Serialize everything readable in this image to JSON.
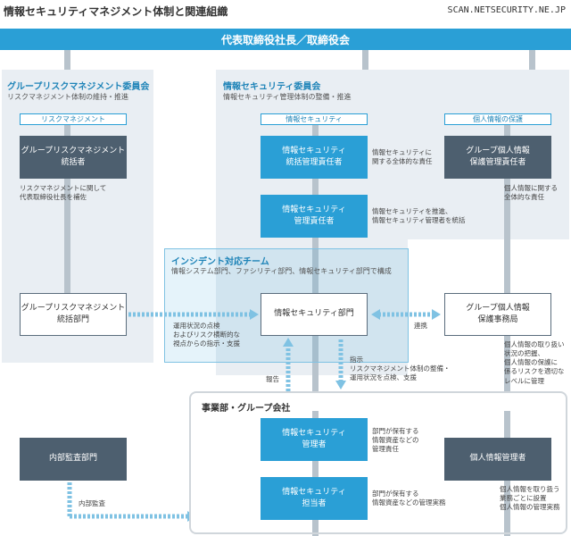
{
  "title": "情報セキュリティマネジメント体制と関連組織",
  "source": "SCAN.NETSECURITY.NE.JP",
  "top": "代表取締役社長／取締役会",
  "grm_committee": {
    "title": "グループリスクマネジメント委員会",
    "subtitle": "リスクマネジメント体制の維持・推進",
    "tag": "リスクマネジメント",
    "box1": "グループリスクマネジメント\n統括者",
    "note1": "リスクマネジメントに関して\n代表取締役社長を補佐",
    "box2": "グループリスクマネジメント\n統括部門"
  },
  "is_committee": {
    "title": "情報セキュリティ委員会",
    "subtitle": "情報セキュリティ管理体制の整備・推進",
    "tag_is": "情報セキュリティ",
    "tag_pi": "個人情報の保護",
    "box_is_chief": "情報セキュリティ\n統括管理責任者",
    "note_is_chief": "情報セキュリティに\n関する全体的な責任",
    "box_is_manager": "情報セキュリティ\n管理責任者",
    "note_is_manager": "情報セキュリティを推進、\n情報セキュリティ管理者を統括",
    "box_pi_chief": "グループ個人情報\n保護管理責任者",
    "note_pi_chief": "個人情報に関する\n全体的な責任"
  },
  "incident": {
    "title": "インシデント対応チーム",
    "subtitle": "情報システム部門、ファシリティ部門、情報セキュリティ部門で構成",
    "box_is_dept": "情報セキュリティ部門",
    "note_left": "運用状況の点検\nおよびリスク横断的な\n視点からの指示・支援"
  },
  "pi_office": {
    "box": "グループ個人情報\n保護事務局",
    "note": "個人情報の取り扱い\n状況の把握、\n個人情報の保護に\n係るリスクを適切な\nレベルに管理"
  },
  "labels": {
    "renkei": "連携",
    "houkoku": "報告",
    "shiji": "指示\nリスクマネジメント体制の整備・\n運用状況を点検、支援",
    "naibu_kansa": "内部監査"
  },
  "business": {
    "title": "事業部・グループ会社",
    "box_manager": "情報セキュリティ\n管理者",
    "note_manager": "部門が保有する\n情報資産などの\n管理責任",
    "box_staff": "情報セキュリティ\n担当者",
    "note_staff": "部門が保有する\n情報資産などの管理実務",
    "box_pi_manager": "個人情報管理者",
    "note_pi_manager": "個人情報を取り扱う\n業務ごとに設置\n個人情報の管理実務"
  },
  "audit": {
    "box": "内部監査部門"
  },
  "colors": {
    "accent": "#2a9fd6",
    "slate": "#4d5f6f",
    "panel": "#e9eef3",
    "incident_bg": "#dff0f8"
  }
}
